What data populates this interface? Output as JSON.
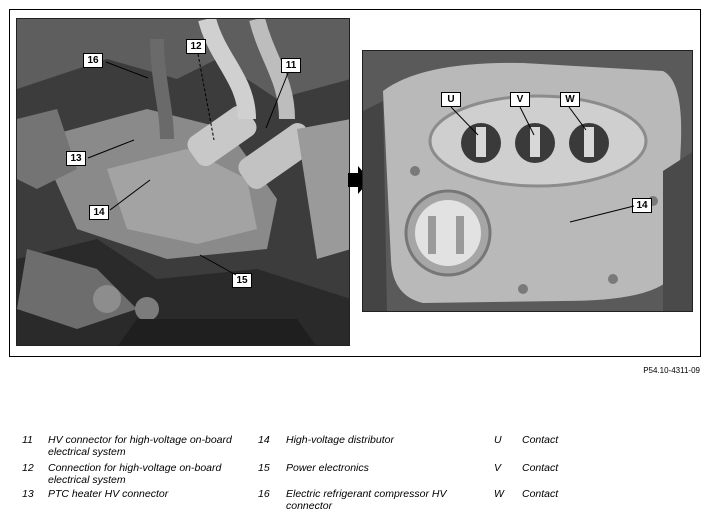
{
  "figure": {
    "id": "P54.10-4311-09",
    "callouts_left": [
      "16",
      "12",
      "11",
      "13",
      "14",
      "15"
    ],
    "callouts_right": [
      "U",
      "V",
      "W",
      "14"
    ]
  },
  "legend": [
    {
      "key": "11",
      "text": "HV connector for high-voltage on-board electrical system"
    },
    {
      "key": "12",
      "text": "Connection for high-voltage on-board electrical system"
    },
    {
      "key": "13",
      "text": "PTC heater HV connector"
    },
    {
      "key": "14",
      "text": "High-voltage distributor"
    },
    {
      "key": "15",
      "text": "Power electronics"
    },
    {
      "key": "16",
      "text": "Electric refrigerant compressor HV connector"
    },
    {
      "key": "U",
      "text": "Contact"
    },
    {
      "key": "V",
      "text": "Contact"
    },
    {
      "key": "W",
      "text": "Contact"
    }
  ]
}
